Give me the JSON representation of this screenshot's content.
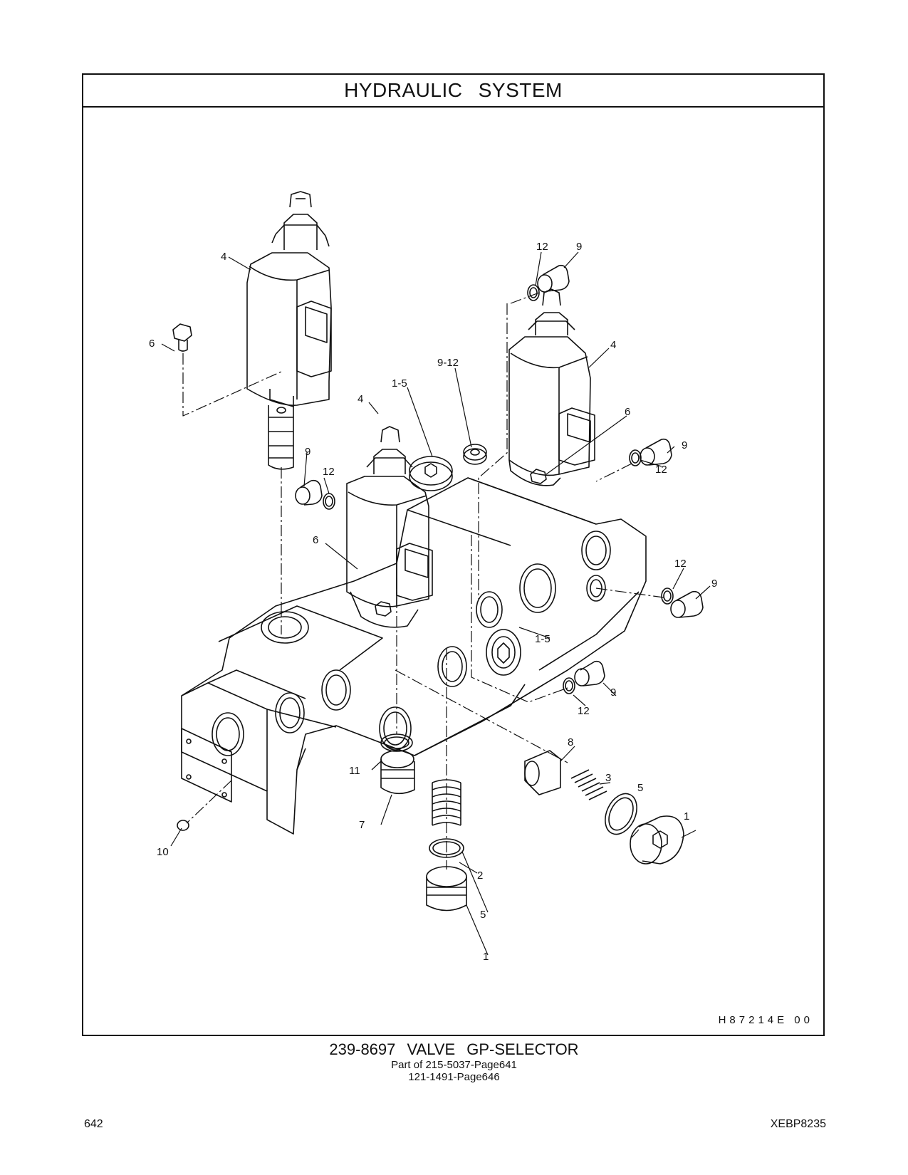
{
  "header": {
    "title": "HYDRAULIC SYSTEM"
  },
  "illustration": {
    "code": "H87214E   00",
    "callouts": [
      "4",
      "6",
      "4",
      "1-5",
      "9-12",
      "12",
      "9",
      "4",
      "6",
      "9",
      "12",
      "9",
      "12",
      "6",
      "12",
      "9",
      "1-5",
      "9",
      "12",
      "8",
      "11",
      "7",
      "2",
      "3",
      "5",
      "1",
      "5",
      "1",
      "10"
    ]
  },
  "caption": {
    "part": "239-8697 VALVE GP-SELECTOR",
    "ref1": "Part of 215-5037-Page641",
    "ref2": "121-1491-Page646"
  },
  "footer": {
    "page": "642",
    "doc": "XEBP8235"
  }
}
